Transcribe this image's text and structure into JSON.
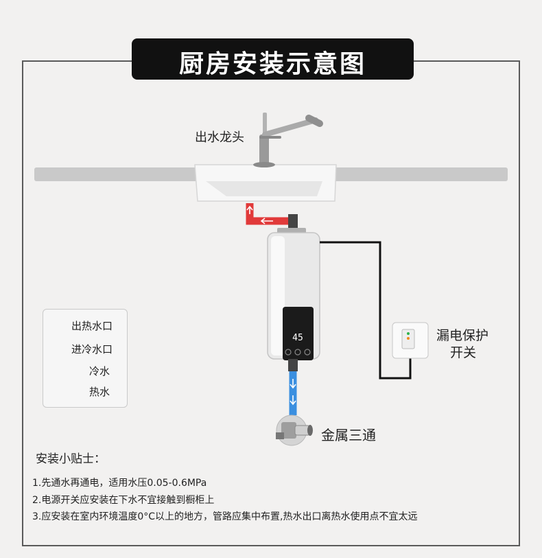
{
  "title": "厨房安装示意图",
  "faucet_label": "出水龙头",
  "switch_label_line1": "漏电保护",
  "switch_label_line2": "开关",
  "valve_label": "金属三通",
  "heater_display": "45",
  "legend": {
    "hot_outlet": "出热水口",
    "cold_inlet": "进冷水口",
    "cold_water": "冷水",
    "hot_water": "热水"
  },
  "tips": {
    "heading": "安装小贴士：",
    "items": [
      "1.先通水再通电，适用水压0.05-0.6MPa",
      "2.电源开关应安装在下水不宜接触到橱柜上",
      "3.应安装在室内环境温度0°C以上的地方，管路应集中布置,热水出口离热水使用点不宜太远"
    ]
  },
  "colors": {
    "hot": "#e13a3a",
    "cold": "#3a8fe0",
    "frame": "#5a5a5a",
    "title_bg": "#111111"
  },
  "icons": [
    "faucet-icon",
    "sink-icon",
    "water-heater-icon",
    "leakage-switch-icon",
    "angle-valve-icon"
  ]
}
